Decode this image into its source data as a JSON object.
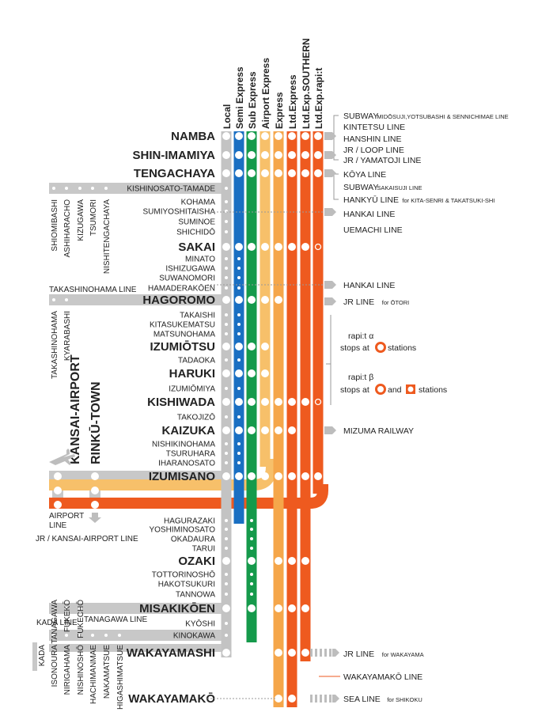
{
  "services": [
    "Local",
    "Semi Express",
    "Sub Express",
    "Airport Express",
    "Express",
    "Ltd.Express",
    "Ltd.Exp.SOUTHERN",
    "Ltd.Exp.rapi:t"
  ],
  "colors": {
    "local": "#c3c3c3",
    "semi": "#1a6fc2",
    "sub": "#159a4b",
    "airport": "#f7c06a",
    "express": "#f5a64a",
    "ltd": "#ee5a1f",
    "bg": "#ffffff",
    "text": "#222222",
    "connect": "#c8c8c8"
  },
  "stations": [
    {
      "name": "NAMBA",
      "major": true
    },
    {
      "name": "SHIN-IMAMIYA",
      "major": true
    },
    {
      "name": "TENGACHAYA",
      "major": true
    },
    {
      "name": "KISHINOSATO-TAMADE",
      "major": false
    },
    {
      "name": "KOHAMA",
      "major": false
    },
    {
      "name": "SUMIYOSHITAISHA",
      "major": false
    },
    {
      "name": "SUMINOE",
      "major": false
    },
    {
      "name": "SHICHIDŌ",
      "major": false
    },
    {
      "name": "SAKAI",
      "major": true
    },
    {
      "name": "MINATO",
      "major": false
    },
    {
      "name": "ISHIZUGAWA",
      "major": false
    },
    {
      "name": "SUWANOMORI",
      "major": false
    },
    {
      "name": "HAMADERAKŌEN",
      "major": false
    },
    {
      "name": "HAGOROMO",
      "major": true
    },
    {
      "name": "TAKAISHI",
      "major": false
    },
    {
      "name": "KITASUKEMATSU",
      "major": false
    },
    {
      "name": "MATSUNOHAMA",
      "major": false
    },
    {
      "name": "IZUMIŌTSU",
      "major": true
    },
    {
      "name": "TADAOKA",
      "major": false
    },
    {
      "name": "HARUKI",
      "major": true
    },
    {
      "name": "IZUMIŌMIYA",
      "major": false
    },
    {
      "name": "KISHIWADA",
      "major": true
    },
    {
      "name": "TAKOJIZŌ",
      "major": false
    },
    {
      "name": "KAIZUKA",
      "major": true
    },
    {
      "name": "NISHIKINOHAMA",
      "major": false
    },
    {
      "name": "TSURUHARA",
      "major": false
    },
    {
      "name": "IHARANOSATO",
      "major": false
    },
    {
      "name": "IZUMISANO",
      "major": true
    },
    {
      "name": "HAGURAZAKI",
      "major": false
    },
    {
      "name": "YOSHIMINOSATO",
      "major": false
    },
    {
      "name": "OKADAURA",
      "major": false
    },
    {
      "name": "TARUI",
      "major": false
    },
    {
      "name": "OZAKI",
      "major": true
    },
    {
      "name": "TOTTORINOSHŌ",
      "major": false
    },
    {
      "name": "HAKOTSUKURI",
      "major": false
    },
    {
      "name": "TANNOWA",
      "major": false
    },
    {
      "name": "MISAKIKŌEN",
      "major": true
    },
    {
      "name": "KYŌSHI",
      "major": false
    },
    {
      "name": "KINOKAWA",
      "major": false
    },
    {
      "name": "WAKAYAMASHI",
      "major": true
    },
    {
      "name": "WAKAYAMAKŌ",
      "major": true
    }
  ],
  "branches": {
    "koya": [
      "SHIOMIBASHI",
      "ASHIHARACHO",
      "KIZUGAWA",
      "TSUMORI",
      "NISHITENGACHAYA"
    ],
    "takashinohama_line": "TAKASHINOHAMA LINE",
    "takashinohama_stations": [
      "TAKASHINOHAMA",
      "KYARABASHI"
    ],
    "airport_terms": [
      "KANSAI-AIRPORT",
      "RINKŪ-TOWN"
    ],
    "airport_line": "AIRPORT LINE",
    "jr_kansai": "JR / KANSAI-AIRPORT LINE",
    "tanagawa_stations": [
      "TANAGAWA",
      "FUKEKŌ",
      "FUKECHŌ"
    ],
    "tanagawa_line": "TANAGAWA LINE",
    "kada_line": "KADA LINE",
    "kada_stations": [
      "KADA",
      "ISONOURA",
      "NIRIGAHAMA",
      "NISHINOSHŌ",
      "HACHIMANMAE",
      "NAKAMATSUE",
      "HIGASHIMATSUE"
    ]
  },
  "transfers": [
    {
      "main": "SUBWAY",
      "sub": "MIDŌSUJI,YOTSUBASHI & SENNICHIMAE LINE"
    },
    {
      "main": "KINTETSU LINE",
      "sub": ""
    },
    {
      "main": "HANSHIN LINE",
      "sub": ""
    },
    {
      "main": "JR / LOOP LINE",
      "sub": ""
    },
    {
      "main": "JR / YAMATOJI LINE",
      "sub": ""
    },
    {
      "main": "KŌYA LINE",
      "sub": ""
    },
    {
      "main": "SUBWAY",
      "sub": "SAKAISUJI LINE"
    },
    {
      "main": "HANKYŪ LINE",
      "sub": "for KITA-SENRI & TAKATSUKI-SHI"
    },
    {
      "main": "HANKAI LINE",
      "sub": ""
    },
    {
      "main": "UEMACHI LINE",
      "sub": ""
    },
    {
      "main": "HANKAI LINE",
      "sub": ""
    },
    {
      "main": "JR LINE",
      "sub": "for ŌTORI"
    },
    {
      "main": "MIZUMA RAILWAY",
      "sub": ""
    },
    {
      "main": "JR LINE",
      "sub": "for WAKAYAMA"
    },
    {
      "main": "WAKAYAMAKŌ LINE",
      "sub": ""
    },
    {
      "main": "SEA LINE",
      "sub": "for SHIKOKU"
    }
  ],
  "rapit": {
    "alpha_name": "rapi:t α",
    "alpha_text_pre": "stops at",
    "alpha_text_post": "stations",
    "beta_name": "rapi:t β",
    "beta_text_pre": "stops at",
    "beta_text_and": "and",
    "beta_text_post": "stations"
  }
}
